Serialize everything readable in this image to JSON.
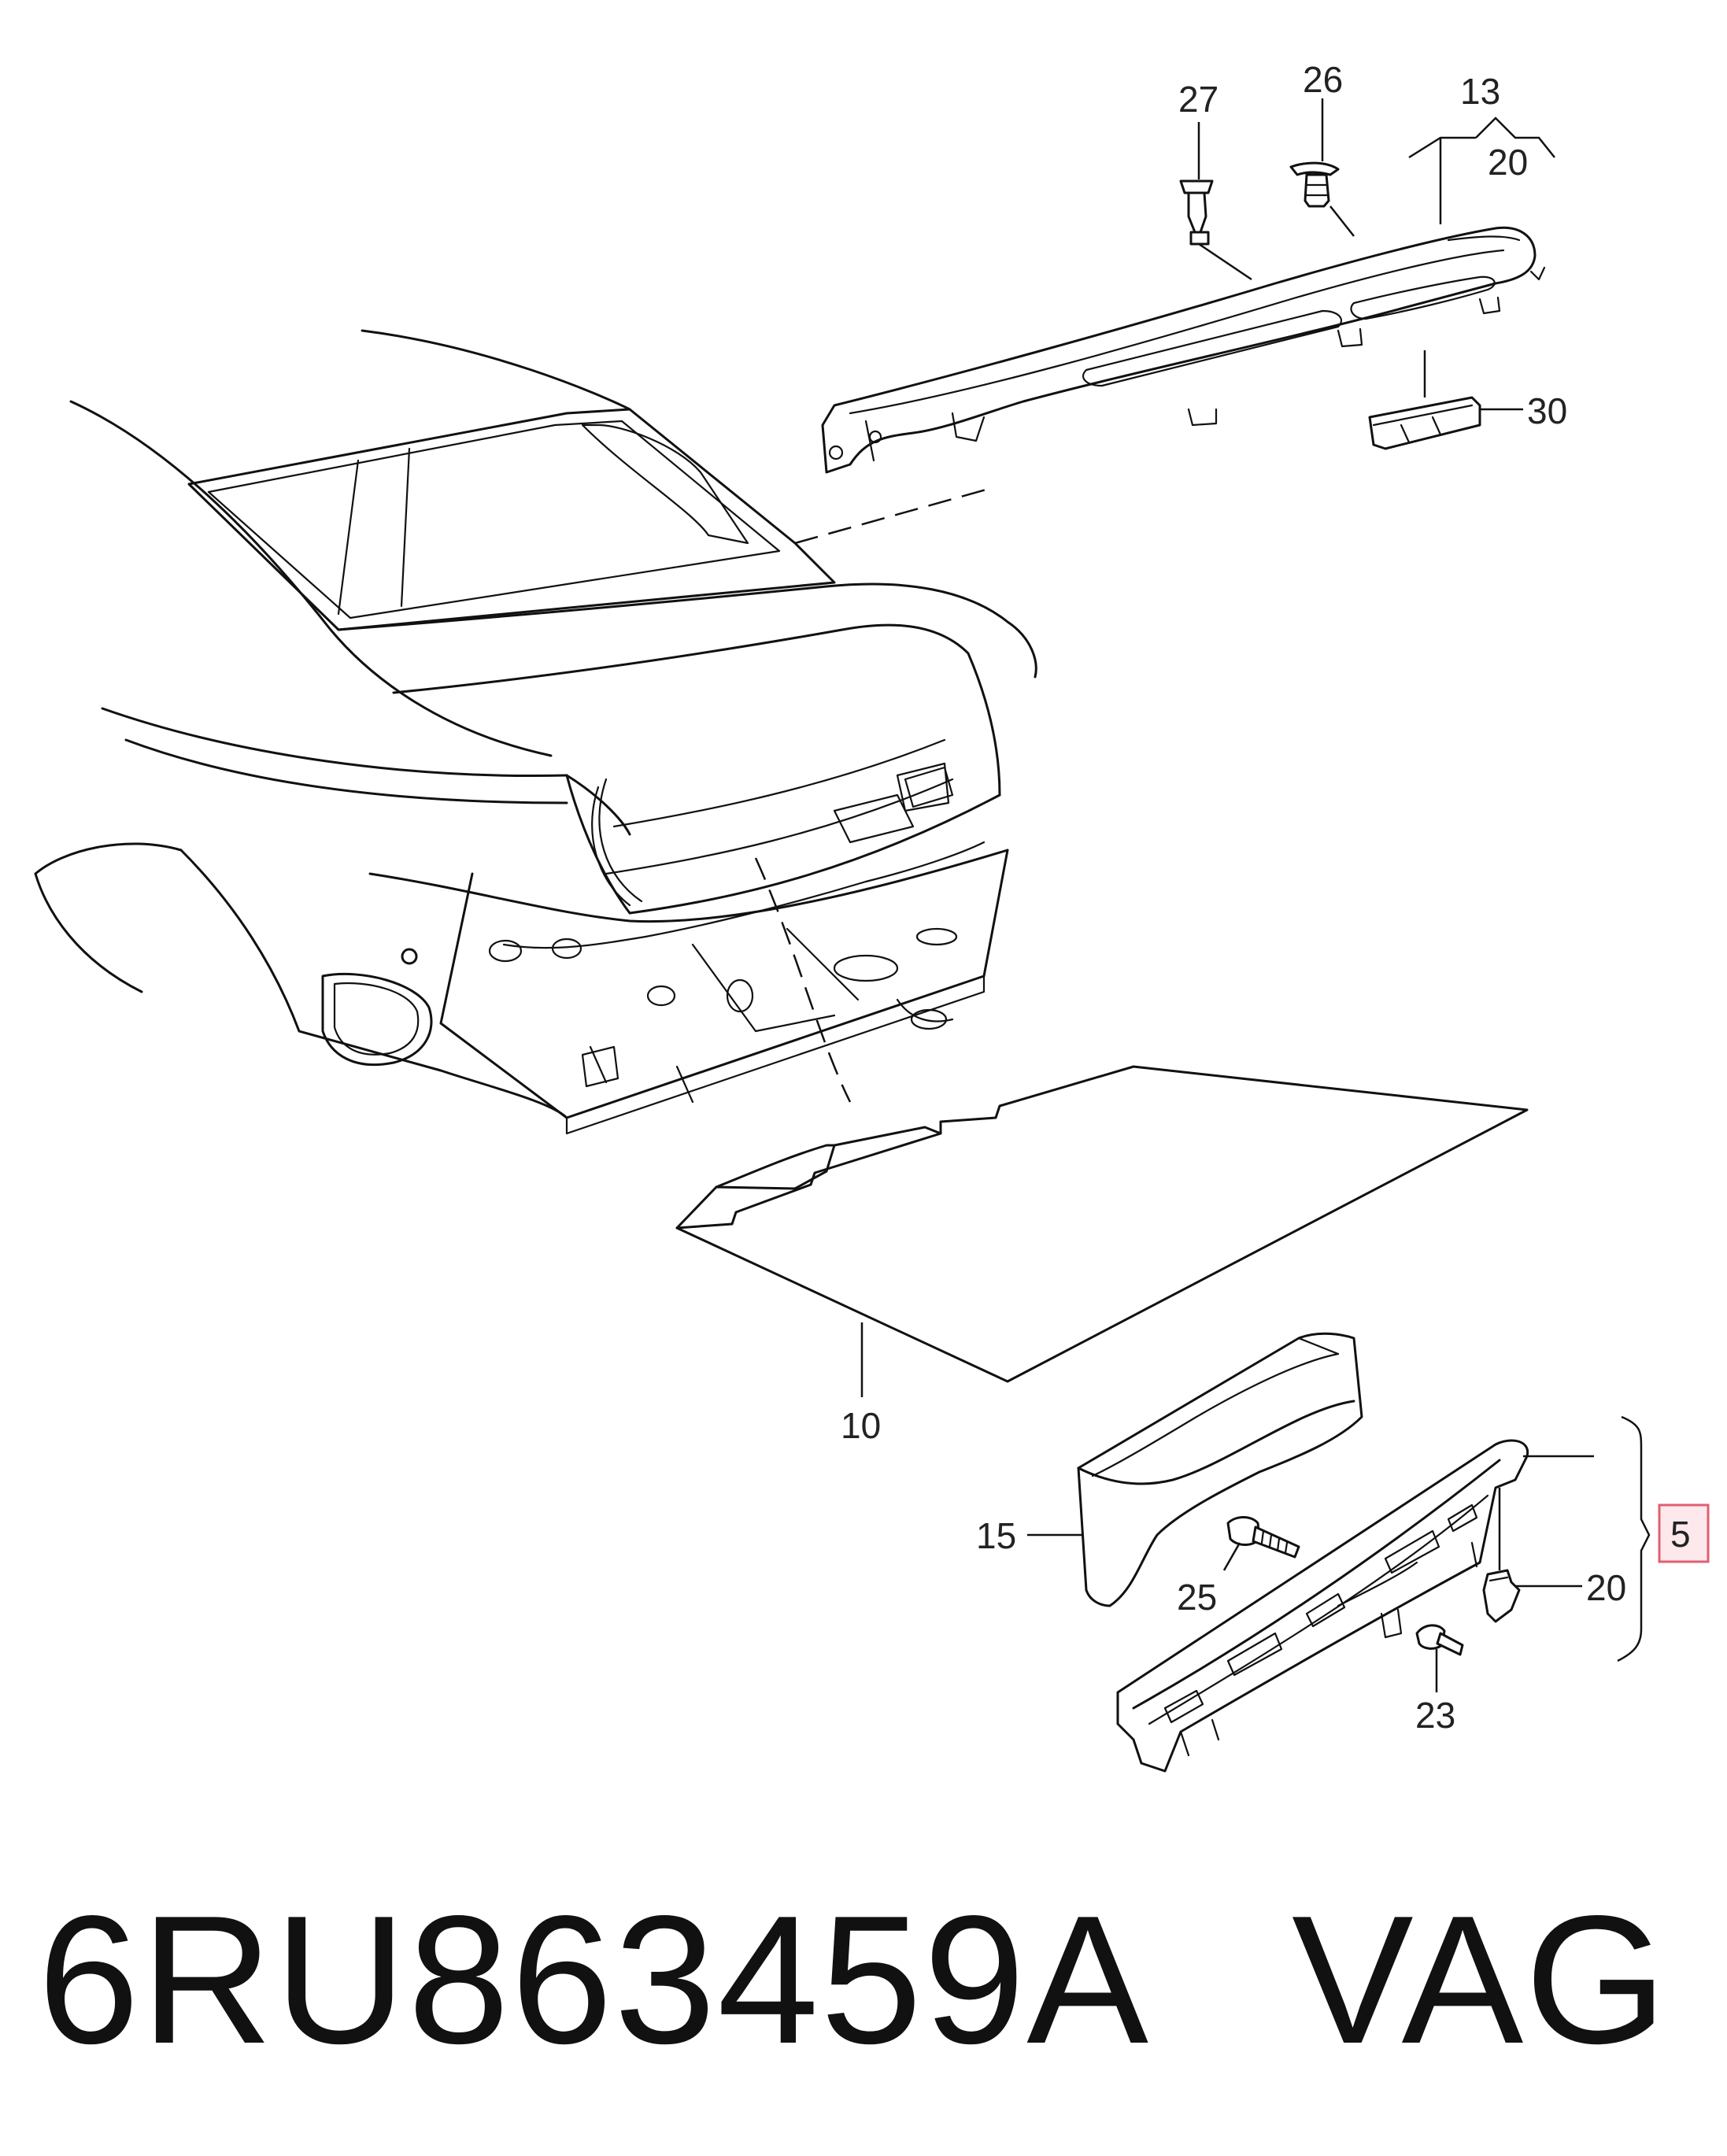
{
  "callouts": {
    "c27": "27",
    "c26": "26",
    "c13": "13",
    "c20_top": "20",
    "c30": "30",
    "c10": "10",
    "c15": "15",
    "c25": "25",
    "c5": "5",
    "c20_bottom": "20",
    "c23": "23"
  },
  "footer": {
    "part_number": "6RU863459A",
    "brand": "VAG"
  },
  "colors": {
    "line": "#111111",
    "highlight_box_border": "#e06070",
    "highlight_box_fill": "#fde8ec"
  }
}
